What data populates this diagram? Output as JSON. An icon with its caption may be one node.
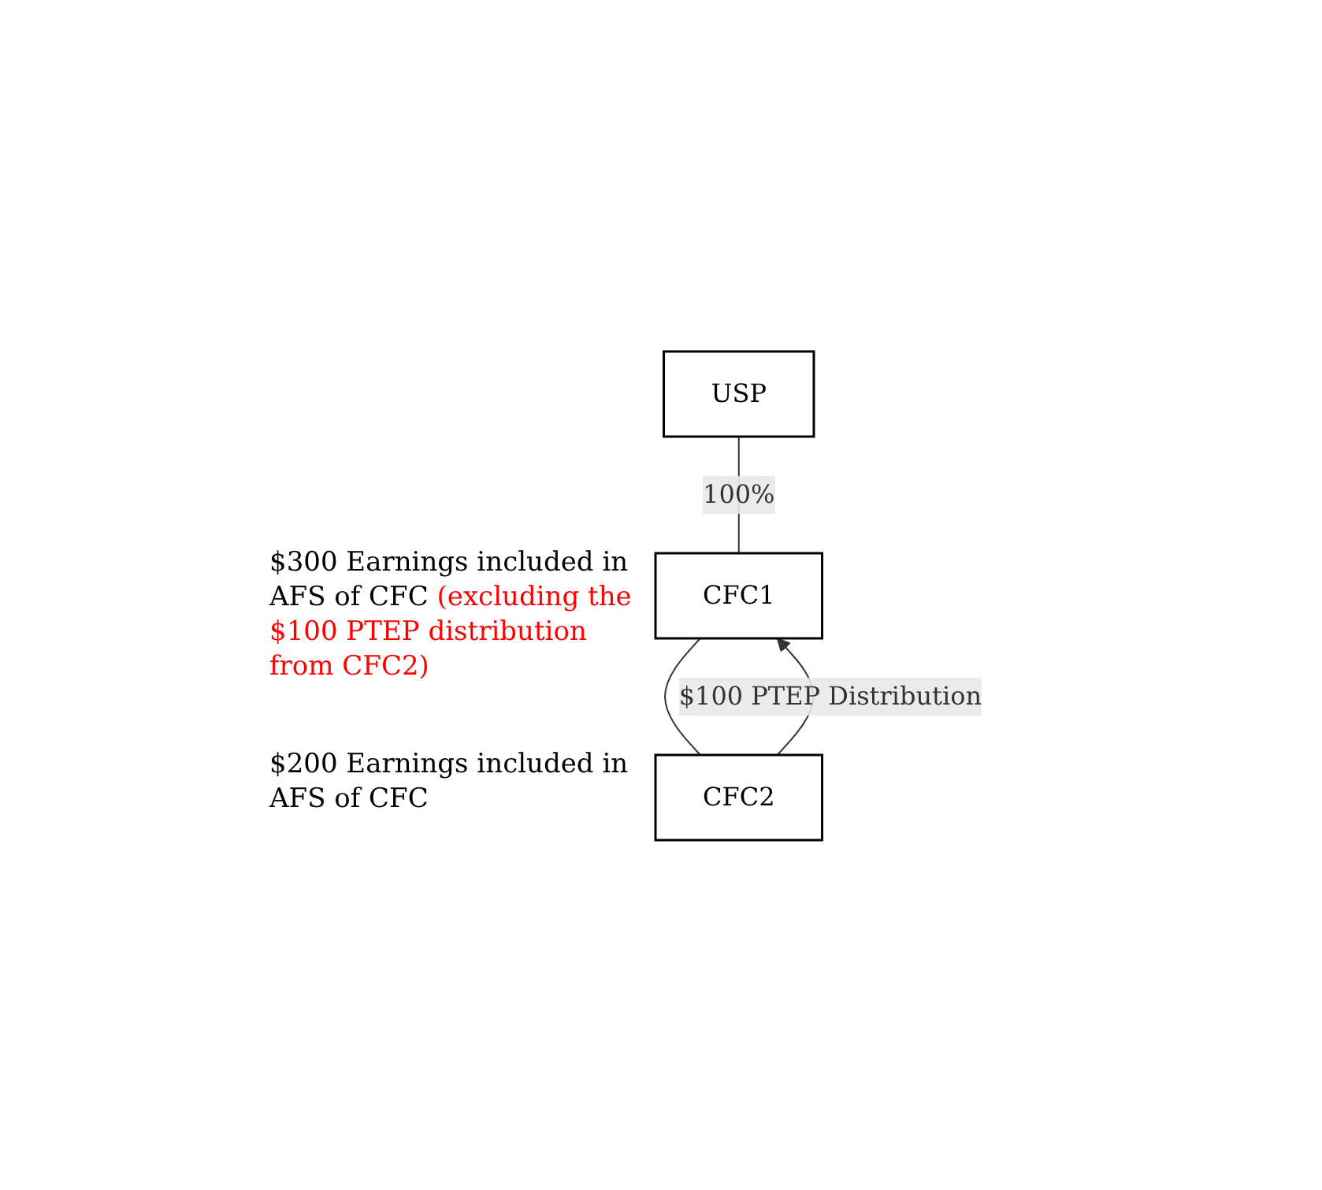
{
  "diagram": {
    "nodes": [
      {
        "text": [
          "USP"
        ]
      },
      {
        "text": [
          "CFC1"
        ],
        "beside": [
          "$300 Earnings included in AFS of CFC",
          "(excluding the $100 PTEP distribution from CFC2)"
        ]
      },
      {
        "text": [
          "CFC2"
        ],
        "beside": [
          "$200 Earnings included in AFS of CFC"
        ]
      }
    ],
    "edges": [
      {
        "from": 0,
        "to": 1,
        "arrow": "none",
        "label": "100%"
      },
      {
        "from": 1,
        "to": 2,
        "arrow": "none"
      },
      {
        "from": 2,
        "to": 1,
        "arrow": "to",
        "label": "$100 PTEP Distribution"
      }
    ]
  }
}
